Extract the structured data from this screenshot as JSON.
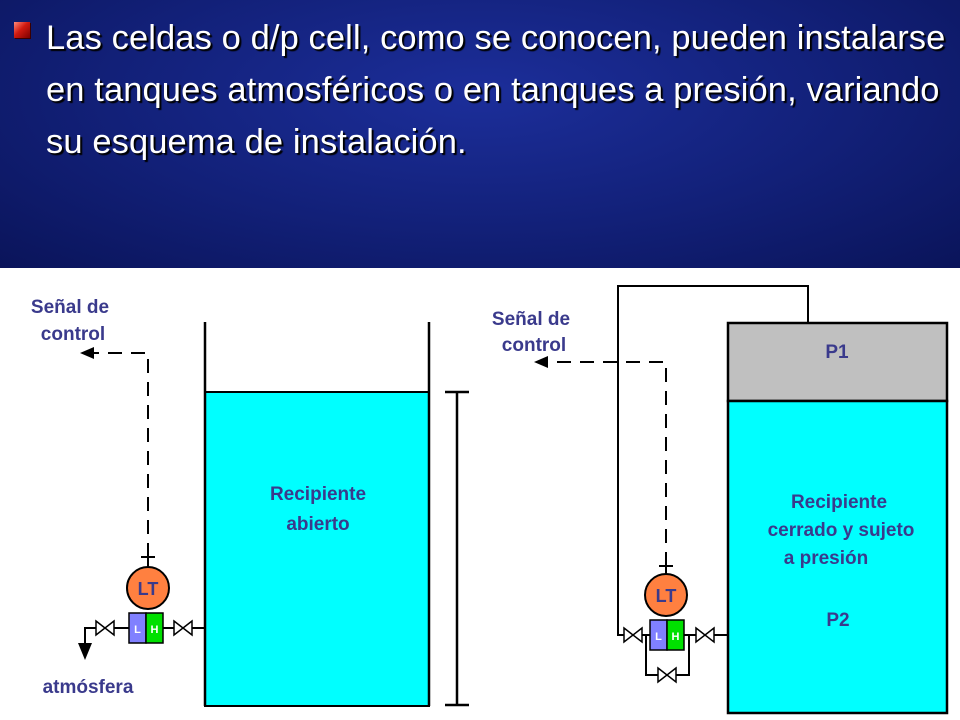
{
  "header": {
    "text": "Las celdas o d/p cell, como se conocen, pueden instalarse en tanques atmosféricos o en tanques a presión, variando su esquema de instalación."
  },
  "left": {
    "signal_line1": "Señal de",
    "signal_line2": "control",
    "tank_line1": "Recipiente",
    "tank_line2": "abierto",
    "transmitter": "LT",
    "low_port": "L",
    "high_port": "H",
    "vent_label": "atmósfera"
  },
  "right": {
    "signal_line1": "Señal de",
    "signal_line2": "control",
    "top_label": "P1",
    "tank_line1": "Recipiente",
    "tank_line2": "cerrado y sujeto",
    "tank_line3": "a presión",
    "bottom_label": "P2",
    "transmitter": "LT",
    "low_port": "L",
    "high_port": "H"
  },
  "colors": {
    "liquid": "#00ffff",
    "gas": "#c0c0c0",
    "transmitter": "#ff8040",
    "low_cell": "#8080ff",
    "high_cell": "#00e000",
    "label": "#3a3a8c"
  }
}
